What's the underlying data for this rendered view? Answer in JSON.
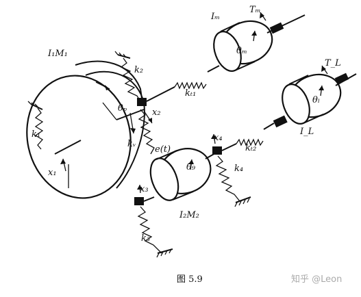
{
  "labels": {
    "I1M1": "I₁M₁",
    "Im": "Iₘ",
    "Tm": "Tₘ",
    "theta_m": "θₘ",
    "k2": "k₂",
    "kt1": "kₜ₁",
    "theta_p": "θₚ",
    "x2": "x₂",
    "k1": "k₁",
    "x1": "x₁",
    "kv": "kᵥ",
    "e_t": "e(t)",
    "x3": "x₃",
    "theta_g": "θ₉",
    "I2M2": "I₂M₂",
    "k3": "k₃",
    "x4": "x₄",
    "k4": "k₄",
    "kt2": "kₜ₂",
    "TL": "T_L",
    "theta_l": "θₗ",
    "IL": "I_L"
  },
  "caption": "图 5.9",
  "watermark": "知乎 @Leon"
}
